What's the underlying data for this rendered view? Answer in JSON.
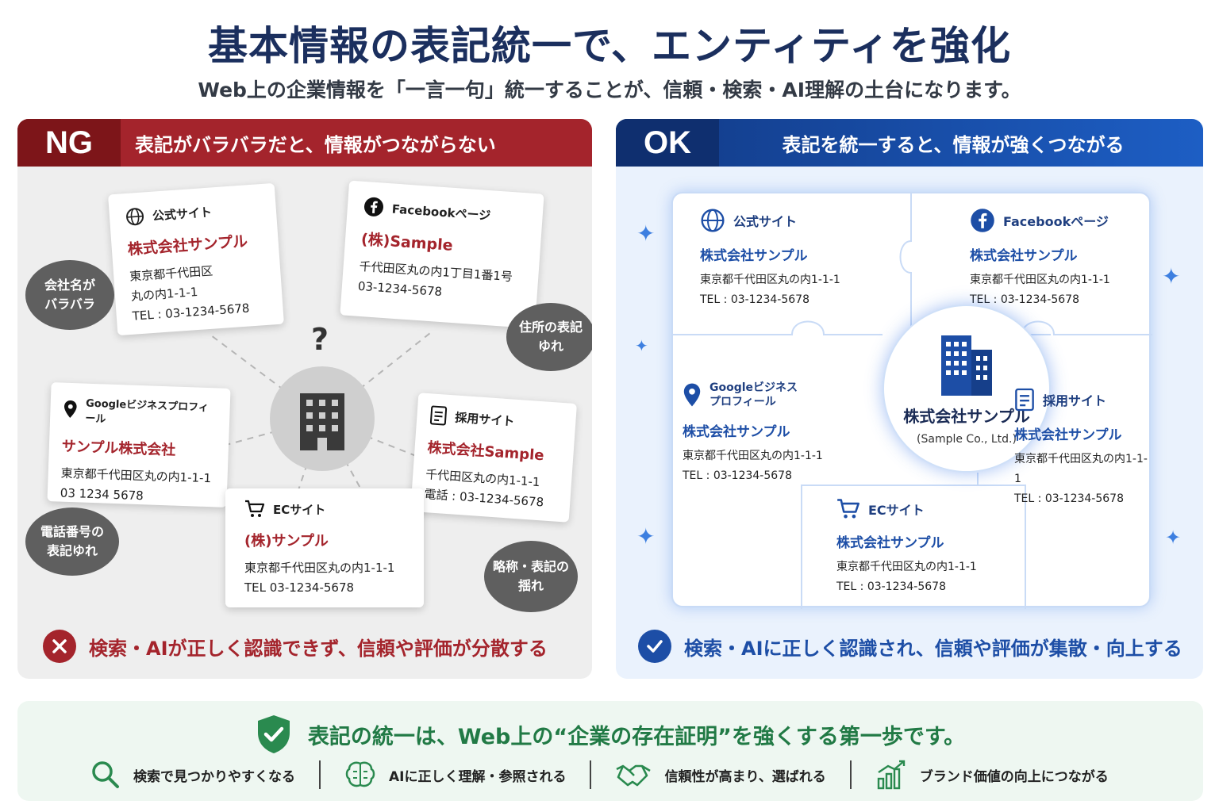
{
  "title": "基本情報の表記統一で、エンティティを強化",
  "subtitle": "Web上の企業情報を「一言一句」統一することが、信頼・検索・AI理解の土台になります。",
  "ng": {
    "badge": "NG",
    "header": "表記がバラバラだと、情報がつながらない",
    "center_mark": "?",
    "cards": {
      "official": {
        "label": "公式サイト",
        "name": "株式会社サンプル",
        "lines": [
          "東京都千代田区",
          "丸の内1-1-1",
          "TEL : 03-1234-5678"
        ]
      },
      "facebook": {
        "label": "Facebookページ",
        "name": "(株)Sample",
        "lines": [
          "千代田区丸の内1丁目1番1号",
          "03-1234-5678"
        ]
      },
      "google": {
        "label": "Googleビジネスプロフィール",
        "name": "サンプル株式会社",
        "lines": [
          "東京都千代田区丸の内1-1-1",
          "03 1234 5678"
        ]
      },
      "recruit": {
        "label": "採用サイト",
        "name": "株式会社Sample",
        "lines": [
          "千代田区丸の内1-1-1",
          "電話 : 03-1234-5678"
        ]
      },
      "ec": {
        "label": "ECサイト",
        "name": "(株)サンプル",
        "lines": [
          "東京都千代田区丸の内1-1-1",
          "TEL 03-1234-5678"
        ]
      }
    },
    "bubbles": {
      "company": [
        "会社名が",
        "バラバラ"
      ],
      "address": [
        "住所の表記",
        "ゆれ"
      ],
      "phone": [
        "電話番号の",
        "表記ゆれ"
      ],
      "abbrev": [
        "略称・表記の",
        "揺れ"
      ]
    },
    "footer": "検索・AIが正しく認識できず、信頼や評価が分散する",
    "colors": {
      "accent": "#a4242c",
      "bubble": "#5f5f5f"
    }
  },
  "ok": {
    "badge": "OK",
    "header": "表記を統一すると、情報が強くつながる",
    "center_name": "株式会社サンプル",
    "center_sub": "(Sample Co., Ltd.)",
    "sections": {
      "official": {
        "label": "公式サイト",
        "name": "株式会社サンプル",
        "lines": [
          "東京都千代田区丸の内1-1-1",
          "TEL : 03-1234-5678"
        ]
      },
      "facebook": {
        "label": "Facebookページ",
        "name": "株式会社サンプル",
        "lines": [
          "東京都千代田区丸の内1-1-1",
          "TEL : 03-1234-5678"
        ]
      },
      "google": {
        "label": [
          "Googleビジネス",
          "プロフィール"
        ],
        "name": "株式会社サンプル",
        "lines": [
          "東京都千代田区丸の内1-1-1",
          "TEL : 03-1234-5678"
        ]
      },
      "recruit": {
        "label": "採用サイト",
        "name": "株式会社サンプル",
        "lines": [
          "東京都千代田区丸の内1-1-1",
          "TEL : 03-1234-5678"
        ]
      },
      "ec": {
        "label": "ECサイト",
        "name": "株式会社サンプル",
        "lines": [
          "東京都千代田区丸の内1-1-1",
          "TEL : 03-1234-5678"
        ]
      }
    },
    "footer": "検索・AIに正しく認識され、信頼や評価が集散・向上する",
    "colors": {
      "accent": "#1d4ea6",
      "header_dark": "#0f2f6f"
    }
  },
  "bottom": {
    "title": "表記の統一は、Web上の“企業の存在証明”を強くする第一歩です。",
    "items": [
      {
        "icon": "search-icon",
        "label": "検索で見つかりやすくなる"
      },
      {
        "icon": "brain-icon",
        "label": "AIに正しく理解・参照される"
      },
      {
        "icon": "handshake-icon",
        "label": "信頼性が高まり、選ばれる"
      },
      {
        "icon": "growth-chart-icon",
        "label": "ブランド価値の向上につながる"
      }
    ],
    "colors": {
      "accent": "#217a45"
    }
  }
}
